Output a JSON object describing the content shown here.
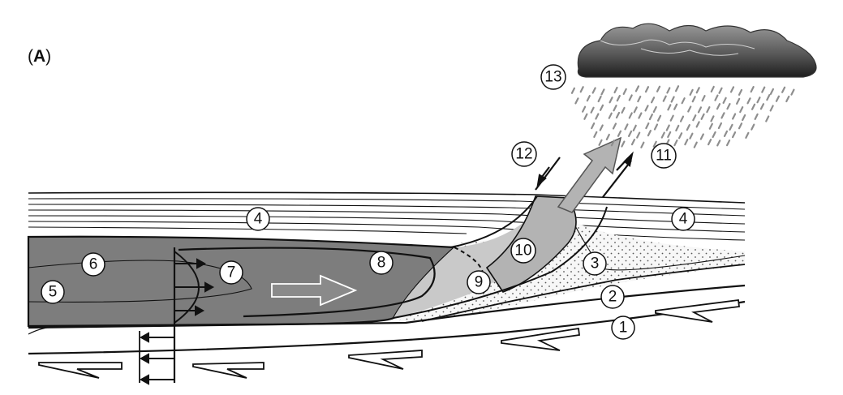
{
  "panel": {
    "open": "(",
    "letter": "A",
    "close": ")"
  },
  "labels": {
    "l1": "1",
    "l2": "2",
    "l3": "3",
    "l4a": "4",
    "l4b": "4",
    "l5": "5",
    "l6": "6",
    "l7": "7",
    "l8": "8",
    "l9": "9",
    "l10": "10",
    "l11": "11",
    "l12": "12",
    "l13": "13"
  },
  "colors": {
    "dark_fill": "#7d7d7d",
    "mid_fill": "#b3b3b3",
    "light_fill": "#d6d6d6",
    "stipple_bg": "#f7f7f7",
    "line": "#111111",
    "arrow_fill": "#8a8a8a",
    "cloud_top": "#9a9a9a",
    "cloud_bottom": "#1e1e1e",
    "rain": "#8e8e8e"
  }
}
